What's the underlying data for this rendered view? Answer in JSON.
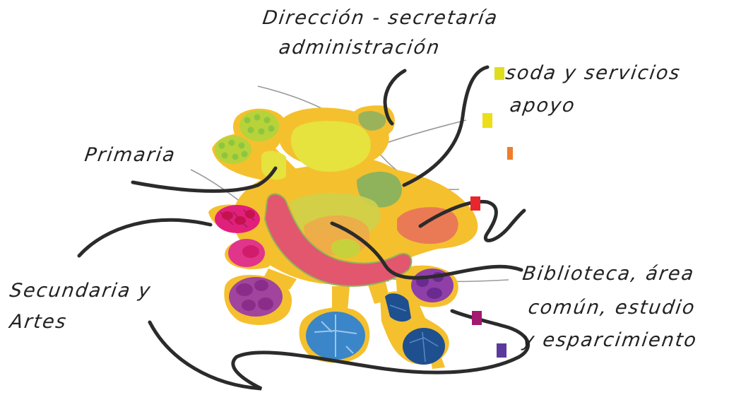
{
  "labels": {
    "direccion_line1": "Dirección - secretaría",
    "direccion_line2": "administración",
    "soda_line1": "soda y servicios",
    "soda_line2": "apoyo",
    "primaria": "Primaria",
    "secundaria_line1": "Secundaria y",
    "secundaria_line2": "Artes",
    "biblioteca_line1": "Biblioteca, área",
    "biblioteca_line2": "común, estudio",
    "biblioteca_line3": "y esparcimiento"
  },
  "legend_swatches": [
    {
      "name": "yellow-green",
      "color": "#dede1e"
    },
    {
      "name": "yellow",
      "color": "#ecdf18"
    },
    {
      "name": "orange",
      "color": "#ee7e2a"
    },
    {
      "name": "red",
      "color": "#e8262b"
    },
    {
      "name": "magenta",
      "color": "#a11a70"
    },
    {
      "name": "violet",
      "color": "#5b3a9b"
    }
  ],
  "colors": {
    "base_yellow": "#f5c02e",
    "light_yellow": "#e6e23e",
    "olive_green": "#8fb35b",
    "dots_green": "#8cc63f",
    "red_band": "#e2566e",
    "orange_salmon": "#ea7a55",
    "magenta": "#e0207a",
    "purple": "#a0449e",
    "blue": "#3a86c8",
    "navy": "#1e4f8e",
    "stroke": "#2b2b2b"
  }
}
